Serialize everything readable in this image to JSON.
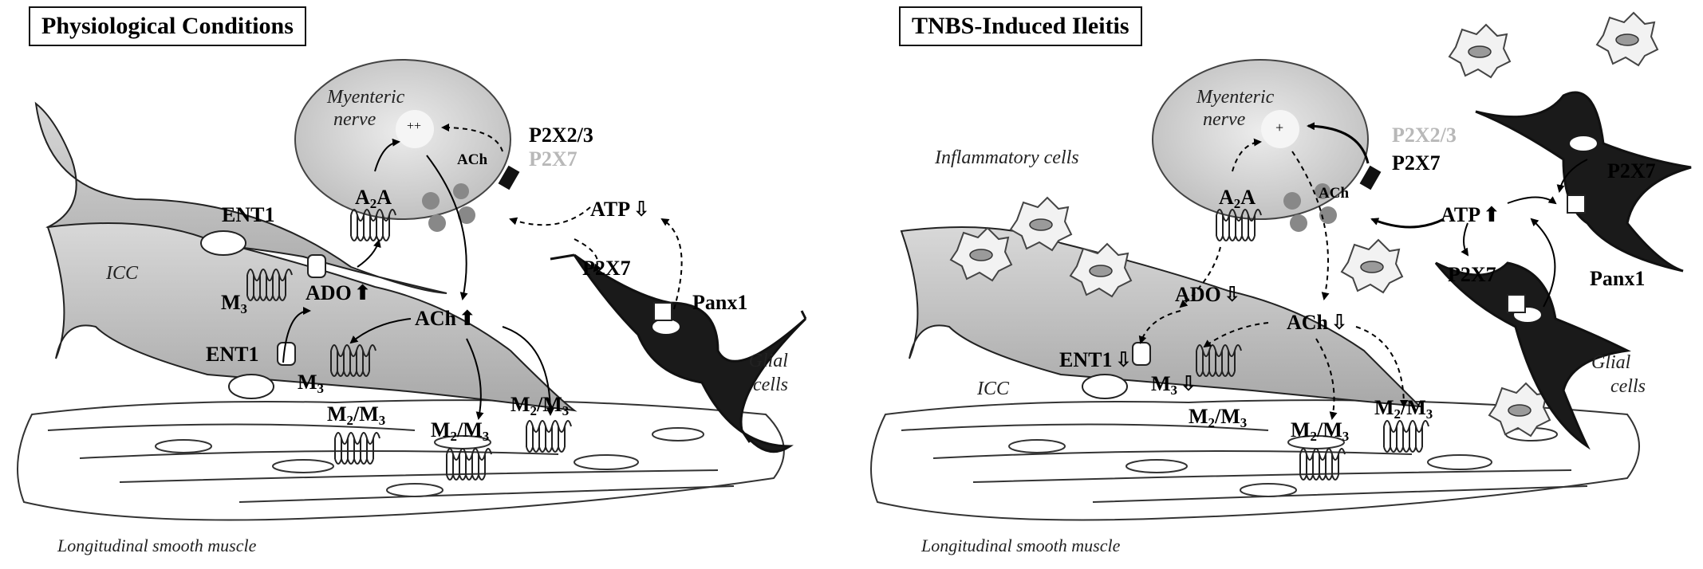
{
  "left_panel": {
    "title": "Physiological Conditions",
    "nerve_label": [
      "Myenteric",
      "nerve"
    ],
    "nerve_plus": "++",
    "ach_inside": "ACh",
    "a2a": [
      "A",
      "2",
      "A"
    ],
    "p2x23": "P2X2/3",
    "p2x7_receptor": "P2X7",
    "atp": "ATP",
    "atp_arrow": "⇩",
    "p2x7_glia": "P2X7",
    "panx1": "Panx1",
    "ent1_top": "ENT1",
    "ent1_bottom": "ENT1",
    "m3_top": [
      "M",
      "3"
    ],
    "m3_bottom": [
      "M",
      "3"
    ],
    "ado": "ADO",
    "ado_arrow": "⬆",
    "ach": "ACh",
    "ach_arrow": "⬆",
    "icc": "ICC",
    "m2m3_left": [
      "M",
      "2",
      "/M",
      "3"
    ],
    "m2m3_center": [
      "M",
      "2",
      "/M",
      "3"
    ],
    "m2m3_right": [
      "M",
      "2",
      "/M",
      "3"
    ],
    "glial": [
      "Glial",
      "cells"
    ],
    "muscle": "Longitudinal smooth muscle"
  },
  "right_panel": {
    "title": "TNBS-Induced Ileitis",
    "nerve_label": [
      "Myenteric",
      "nerve"
    ],
    "nerve_plus": "+",
    "ach_inside": "ACh",
    "a2a": [
      "A",
      "2",
      "A"
    ],
    "p2x23": "P2X2/3",
    "p2x7_receptor": "P2X7",
    "atp": "ATP",
    "atp_arrow": "⬆",
    "p2x7_glia_top": "P2X7",
    "p2x7_glia": "P2X7",
    "panx1": "Panx1",
    "inflammatory": "Inflammatory cells",
    "ado": "ADO",
    "ado_arrow": "⇩",
    "ach": "ACh",
    "ach_arrow": "⇩",
    "ent1": "ENT1",
    "ent1_arrow": "⇩",
    "m3": [
      "M",
      "3"
    ],
    "m3_arrow": "⇩",
    "icc": "ICC",
    "m2m3_left": [
      "M",
      "2",
      "/M",
      "3"
    ],
    "m2m3_center": [
      "M",
      "2",
      "/M",
      "3"
    ],
    "m2m3_right": [
      "M",
      "2",
      "/M",
      "3"
    ],
    "glial": [
      "Glial",
      "cells"
    ],
    "muscle": "Longitudinal smooth muscle"
  },
  "colors": {
    "nerve_fill": "#d9d9d9",
    "icc_fill": "#c8c8c8",
    "glia_fill": "#1a1a1a",
    "muscle_stroke": "#333333",
    "faded_text": "#b8b8b8"
  }
}
